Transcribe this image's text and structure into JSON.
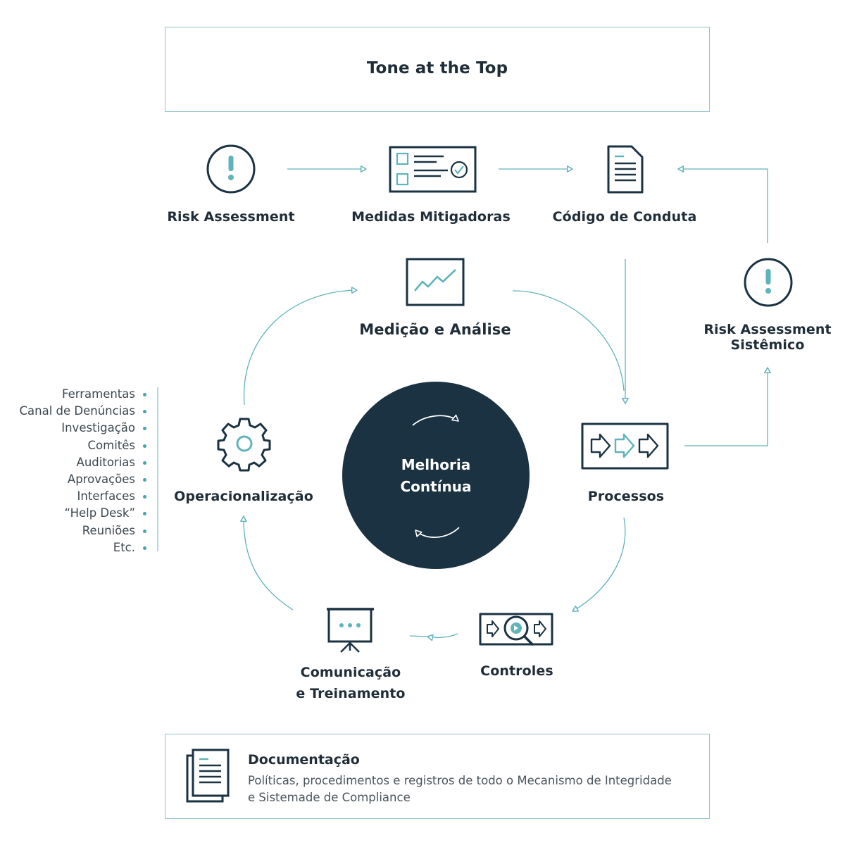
{
  "top": {
    "title": "Tone at the Top"
  },
  "nodes": {
    "risk_assessment": "Risk Assessment",
    "medidas": "Medidas Mitigadoras",
    "codigo": "Código de Conduta",
    "medicao": "Medição e Análise",
    "risk_sistemico_l1": "Risk Assessment",
    "risk_sistemico_l2": "Sistêmico",
    "operacionalizacao": "Operacionalização",
    "processos": "Processos",
    "controles": "Controles",
    "comunicacao_l1": "Comunicação",
    "comunicacao_l2": "e Treinamento"
  },
  "center": {
    "line1": "Melhoria",
    "line2": "Contínua"
  },
  "tools": [
    "Ferramentas",
    "Canal de Denúncias",
    "Investigação",
    "Comitês",
    "Auditorias",
    "Aprovações",
    "Interfaces",
    "“Help Desk”",
    "Reuniões",
    "Etc."
  ],
  "documentacao": {
    "title": "Documentação",
    "desc_line1": "Políticas, procedimentos e registros de todo o Mecanismo de Integridade",
    "desc_line2": "e Sistemade de Compliance"
  },
  "colors": {
    "dark": "#1a3242",
    "accent": "#5fb3ba",
    "border": "#8fc5c9"
  },
  "icons": [
    "alert-icon",
    "checklist-icon",
    "document-icon",
    "chart-icon",
    "gear-icon",
    "process-arrows-icon",
    "magnifier-arrows-icon",
    "presentation-icon",
    "documents-stack-icon",
    "cycle-arrow-icon"
  ]
}
